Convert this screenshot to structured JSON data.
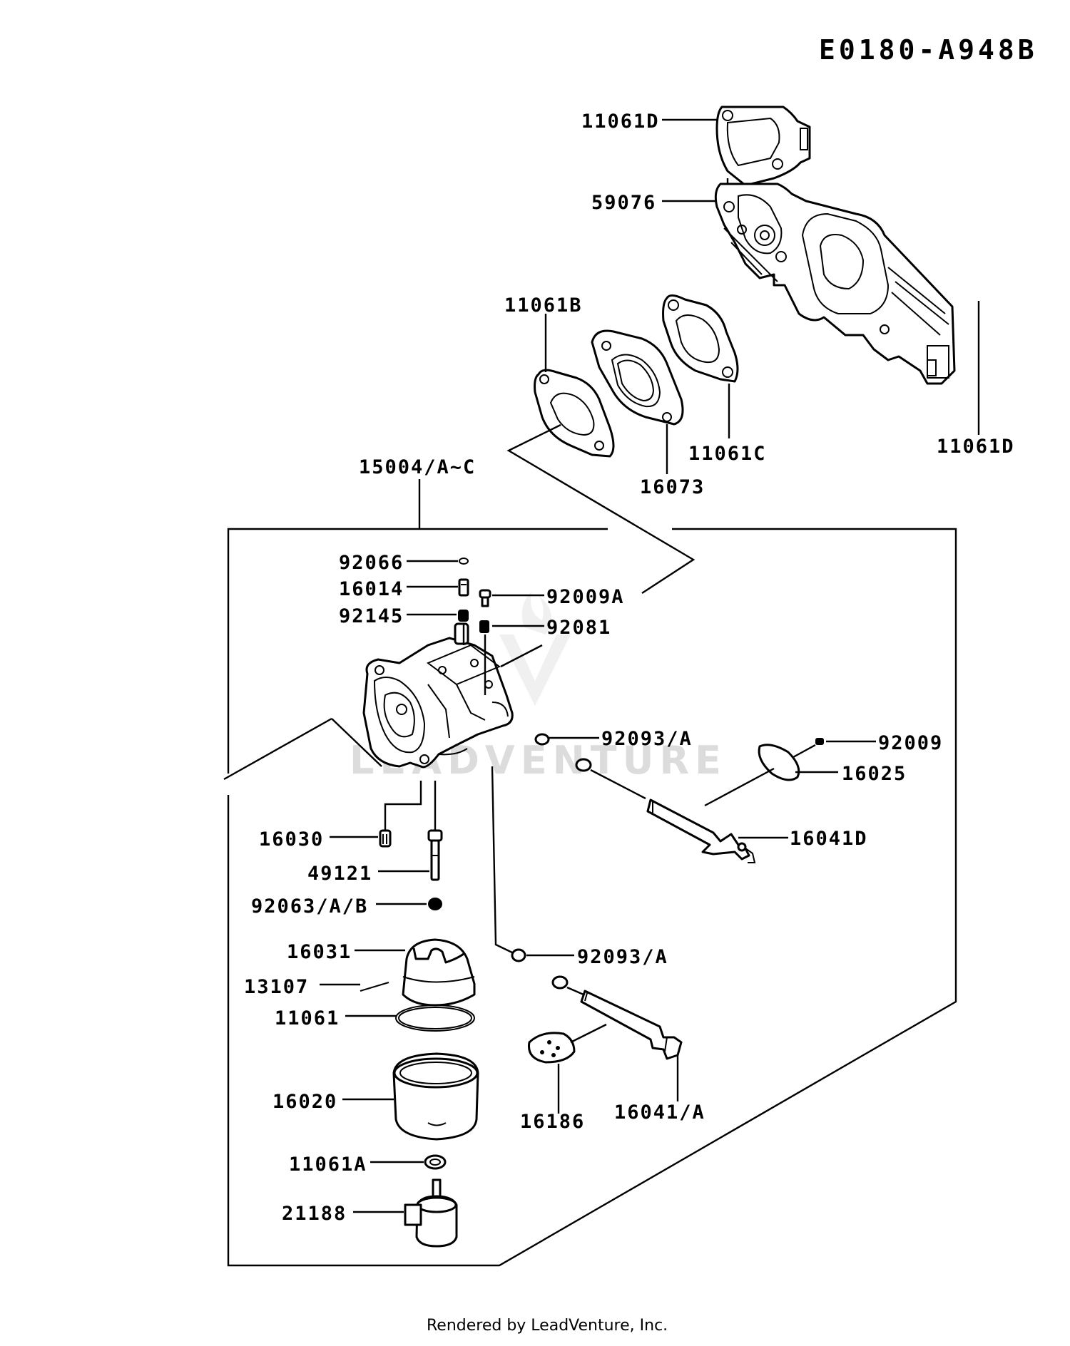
{
  "diagram_code": "E0180-A948B",
  "footer": "Rendered by LeadVenture, Inc.",
  "watermark": "LEADVENTURE",
  "labels": {
    "p11061D_top": "11061D",
    "p59076": "59076",
    "p11061B": "11061B",
    "p11061C": "11061C",
    "p16073": "16073",
    "p11061D_right": "11061D",
    "p15004": "15004/A~C",
    "p92066": "92066",
    "p16014": "16014",
    "p92009A": "92009A",
    "p92145": "92145",
    "p92081": "92081",
    "p92093A_top": "92093/A",
    "p92009": "92009",
    "p16025": "16025",
    "p16041D": "16041D",
    "p16030": "16030",
    "p49121": "49121",
    "p92063": "92063/A/B",
    "p16031": "16031",
    "p92093A_bottom": "92093/A",
    "p13107": "13107",
    "p11061": "11061",
    "p16020": "16020",
    "p16186": "16186",
    "p16041A": "16041/A",
    "p11061A": "11061A",
    "p21188": "21188"
  },
  "icons": {
    "watermark_logo": "leadventure-logo-icon"
  }
}
